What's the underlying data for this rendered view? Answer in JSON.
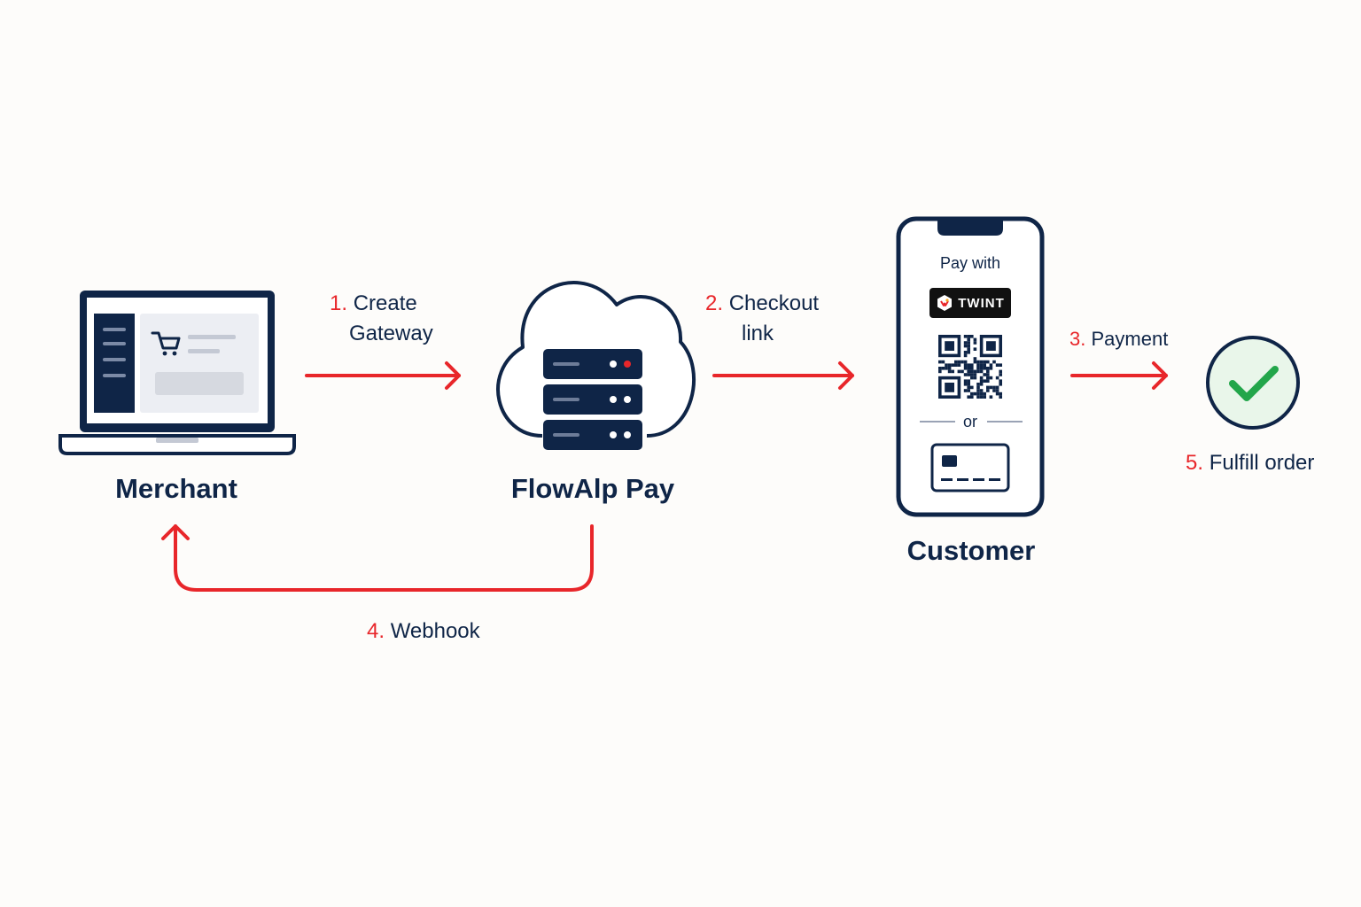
{
  "steps": [
    {
      "num": "1.",
      "line1": "Create",
      "line2": "Gateway"
    },
    {
      "num": "2.",
      "line1": "Checkout",
      "line2": "link"
    },
    {
      "num": "3.",
      "line1": "Payment"
    },
    {
      "num": "4.",
      "line1": "Webhook"
    },
    {
      "num": "5.",
      "line1": "Fulfill order"
    }
  ],
  "nodes": {
    "merchant": "Merchant",
    "gateway": "FlowAlp Pay",
    "customer": "Customer"
  },
  "phone": {
    "pay_with": "Pay with",
    "twint": "TWINT",
    "or": "or"
  },
  "colors": {
    "navy": "#0f2547",
    "accent_red": "#e8262a",
    "success_green": "#22a64a",
    "success_bg": "#e9f6ea"
  },
  "icons": [
    "laptop-icon",
    "cart-icon",
    "cloud-server-icon",
    "smartphone-icon",
    "twint-logo-icon",
    "qr-code-icon",
    "credit-card-icon",
    "checkmark-circle-icon"
  ]
}
